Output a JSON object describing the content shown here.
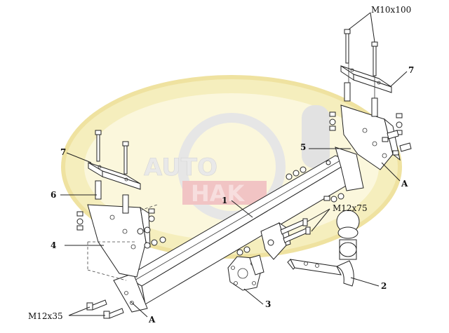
{
  "watermark": {
    "word_top": "AUTO",
    "word_bottom": "HAK",
    "colors": {
      "ring": "#f2e7a6",
      "ring_inner": "#f8f2c8",
      "red": "#e8a0a0",
      "grey": "#d6d6d6"
    }
  },
  "parts": {
    "p1": "1",
    "p2": "2",
    "p3": "3",
    "p4": "4",
    "p5": "5",
    "p6": "6",
    "p7_left": "7",
    "p7_right": "7"
  },
  "callouts": {
    "bolt_top": "M10x100",
    "bolt_mid": "M12x75",
    "bolt_bottom": "M12x35",
    "ref_right": "A",
    "ref_bottom": "A"
  }
}
